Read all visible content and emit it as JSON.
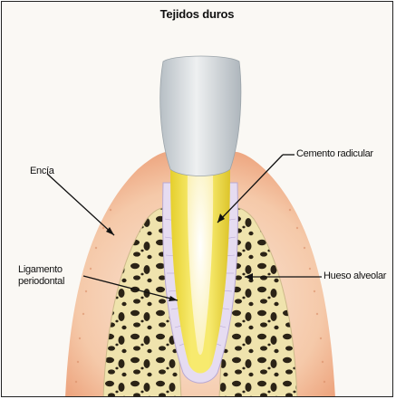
{
  "figure": {
    "title": "Tejidos duros",
    "labels": {
      "cemento": "Cemento radicular",
      "encia": "Encía",
      "ligamento_line1": "Ligamento",
      "ligamento_line2": "periodontal",
      "hueso": "Hueso alveolar"
    }
  },
  "colors": {
    "gum": "#f0b38f",
    "bone": "#f2e6b2",
    "bone_cavity": "#2b2316",
    "crown": "#cfd5d9",
    "root": "#f4e24a",
    "pulp": "#fffbe6",
    "ligament": "#ddd2ec"
  }
}
